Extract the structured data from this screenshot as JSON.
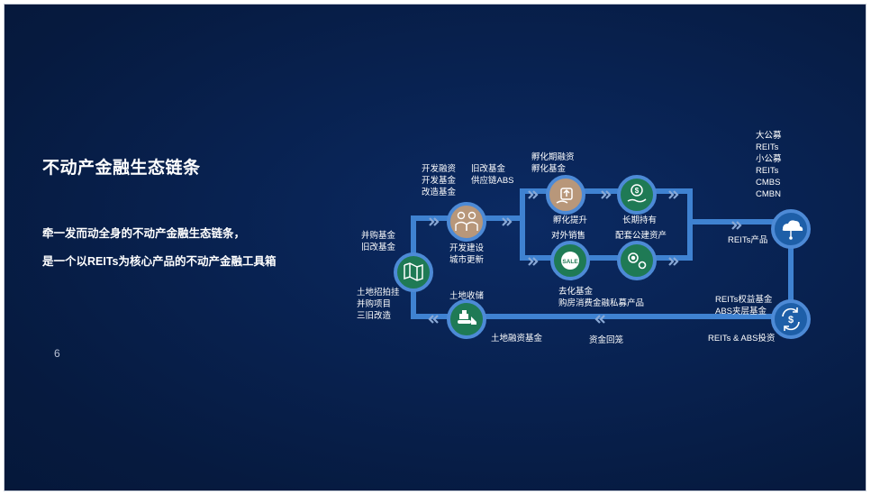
{
  "slide": {
    "title": "不动产金融生态链条",
    "line1": "牵一发而动全身的不动产金融生态链条，",
    "line2": "是一个以REITs为核心产品的不动产金融工具箱",
    "page_number": "6"
  },
  "labels": {
    "dev_finance": [
      "开发融资",
      "开发基金",
      "改造基金"
    ],
    "old_renovation": [
      "旧改基金",
      "供应链ABS"
    ],
    "incubation": [
      "孵化期融资",
      "孵化基金"
    ],
    "merger": [
      "并购基金",
      "旧改基金"
    ],
    "dev_build": [
      "开发建设",
      "城市更新"
    ],
    "incubate_upgrade": "孵化提升",
    "long_hold": "长期持有",
    "external_sales": "对外销售",
    "public_assets": "配套公建资产",
    "public_offer": [
      "大公募",
      "REITs",
      "小公募",
      "REITs",
      "CMBS",
      "CMBN"
    ],
    "reits_product": "REITs产品",
    "land_acquire": [
      "土地招拍挂",
      "并购项目",
      "三旧改造"
    ],
    "land_storage": "土地收储",
    "destock": [
      "去化基金",
      "购房消费金融私募产品"
    ],
    "reits_equity": [
      "REITs权益基金",
      "ABS夹层基金"
    ],
    "land_finance": "土地融资基金",
    "capital_return": "资金回笼",
    "reits_abs_invest": "REITs & ABS投资"
  },
  "colors": {
    "pipe": "#3f82d1",
    "node_ring": "#4d8ad6",
    "tan": "#b8977a",
    "green": "#1f7a55",
    "blue_node": "#1e5fa8",
    "chevron": "#8aa9d6"
  },
  "icons": {
    "merger": "map-icon",
    "dev_build": "workers-icon",
    "incubate_upgrade": "upload-hand-icon",
    "long_hold": "money-hand-icon",
    "external_sales": "sale-tag-icon",
    "public_assets": "gears-icon",
    "reits_product": "cloud-network-icon",
    "reits_abs_invest": "dollar-cycle-icon",
    "land_storage": "bulldozer-icon"
  }
}
